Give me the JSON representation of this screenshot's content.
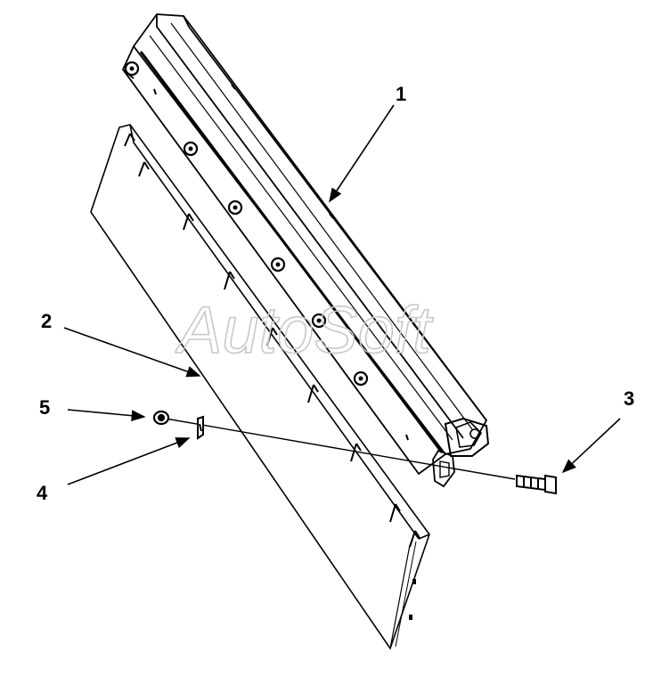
{
  "diagram": {
    "callouts": [
      {
        "id": "1",
        "label": "1"
      },
      {
        "id": "2",
        "label": "2"
      },
      {
        "id": "3",
        "label": "3"
      },
      {
        "id": "4",
        "label": "4"
      },
      {
        "id": "5",
        "label": "5"
      }
    ],
    "watermark": "AutoSoft",
    "colors": {
      "line": "#000000",
      "background": "#ffffff",
      "watermark": "#c8c8c8"
    }
  }
}
